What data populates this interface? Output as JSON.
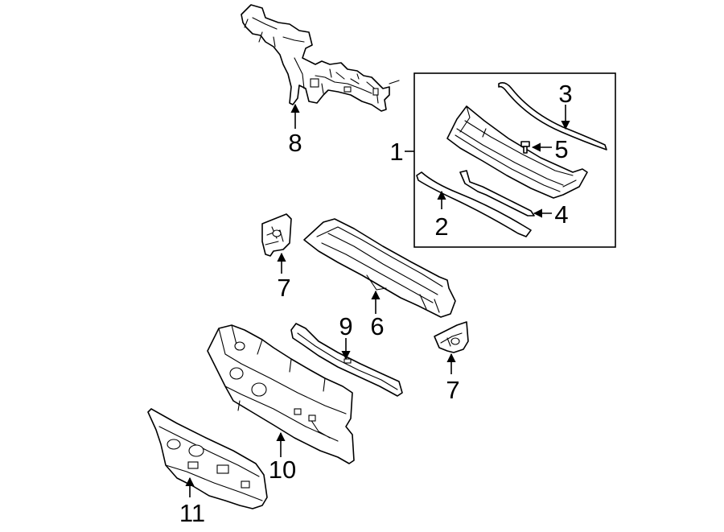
{
  "callouts": {
    "c1": "1",
    "c2": "2",
    "c3": "3",
    "c4": "4",
    "c5": "5",
    "c6": "6",
    "c7a": "7",
    "c7b": "7",
    "c8": "8",
    "c9": "9",
    "c10": "10",
    "c11": "11"
  }
}
